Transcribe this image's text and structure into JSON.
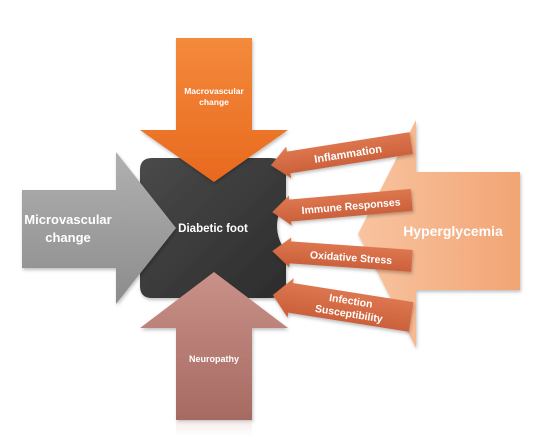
{
  "center": {
    "label": "Diabetic foot",
    "color": "#3a3a3a"
  },
  "arrows": {
    "top": {
      "line1": "Macrovascular",
      "line2": "change",
      "color": "#f07a2a"
    },
    "left": {
      "line1": "Microvascular",
      "line2": "change",
      "color": "#9e9e9e"
    },
    "bottom": {
      "label": "Neuropathy",
      "color": "#b87c74"
    },
    "right": {
      "label": "Hyperglycemia",
      "color": "#f5b48a"
    }
  },
  "factors": {
    "color": "#d46a44",
    "items": [
      {
        "label": "Inflammation"
      },
      {
        "label": "Immune Responses"
      },
      {
        "label": "Oxidative Stress"
      },
      {
        "line1": "Infection",
        "line2": "Susceptibility"
      }
    ]
  }
}
